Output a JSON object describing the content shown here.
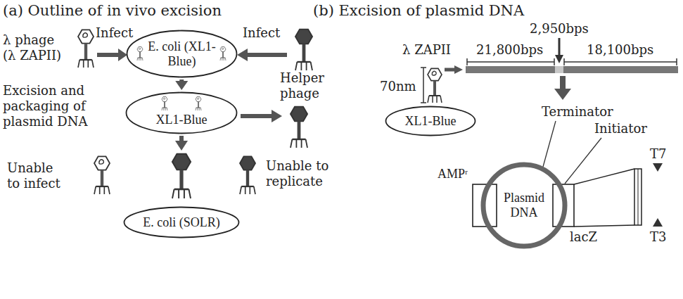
{
  "diagram": {
    "nodes": [
      {
        "text": [
          "E. coli (XL1-Blue)"
        ]
      },
      {
        "text": [
          "XL1-Blue"
        ]
      },
      {
        "text": [
          "E. coli (SOLR)"
        ]
      },
      {
        "text": [
          "XL1-Blue"
        ]
      },
      {
        "text": [
          "Plasmid DNA"
        ]
      }
    ],
    "edges": [
      {
        "from": 0,
        "to": 1,
        "arrow": "to"
      }
    ],
    "labels": [
      "(a) Outline of in vivo excision",
      "(b) Excision of plasmid DNA",
      "λ phage",
      "(λ ZAPII)",
      "Infect",
      "Infect",
      "Helper phage",
      "Excision and packaging of plasmid DNA",
      "Unable to infect",
      "Unable to replicate",
      "2,950bps",
      "21,800bps",
      "18,100bps",
      "λ ZAPII",
      "70nm",
      "Terminator",
      "Initiator",
      "T7",
      "AMPʳ",
      "lacZ",
      "T3"
    ]
  }
}
